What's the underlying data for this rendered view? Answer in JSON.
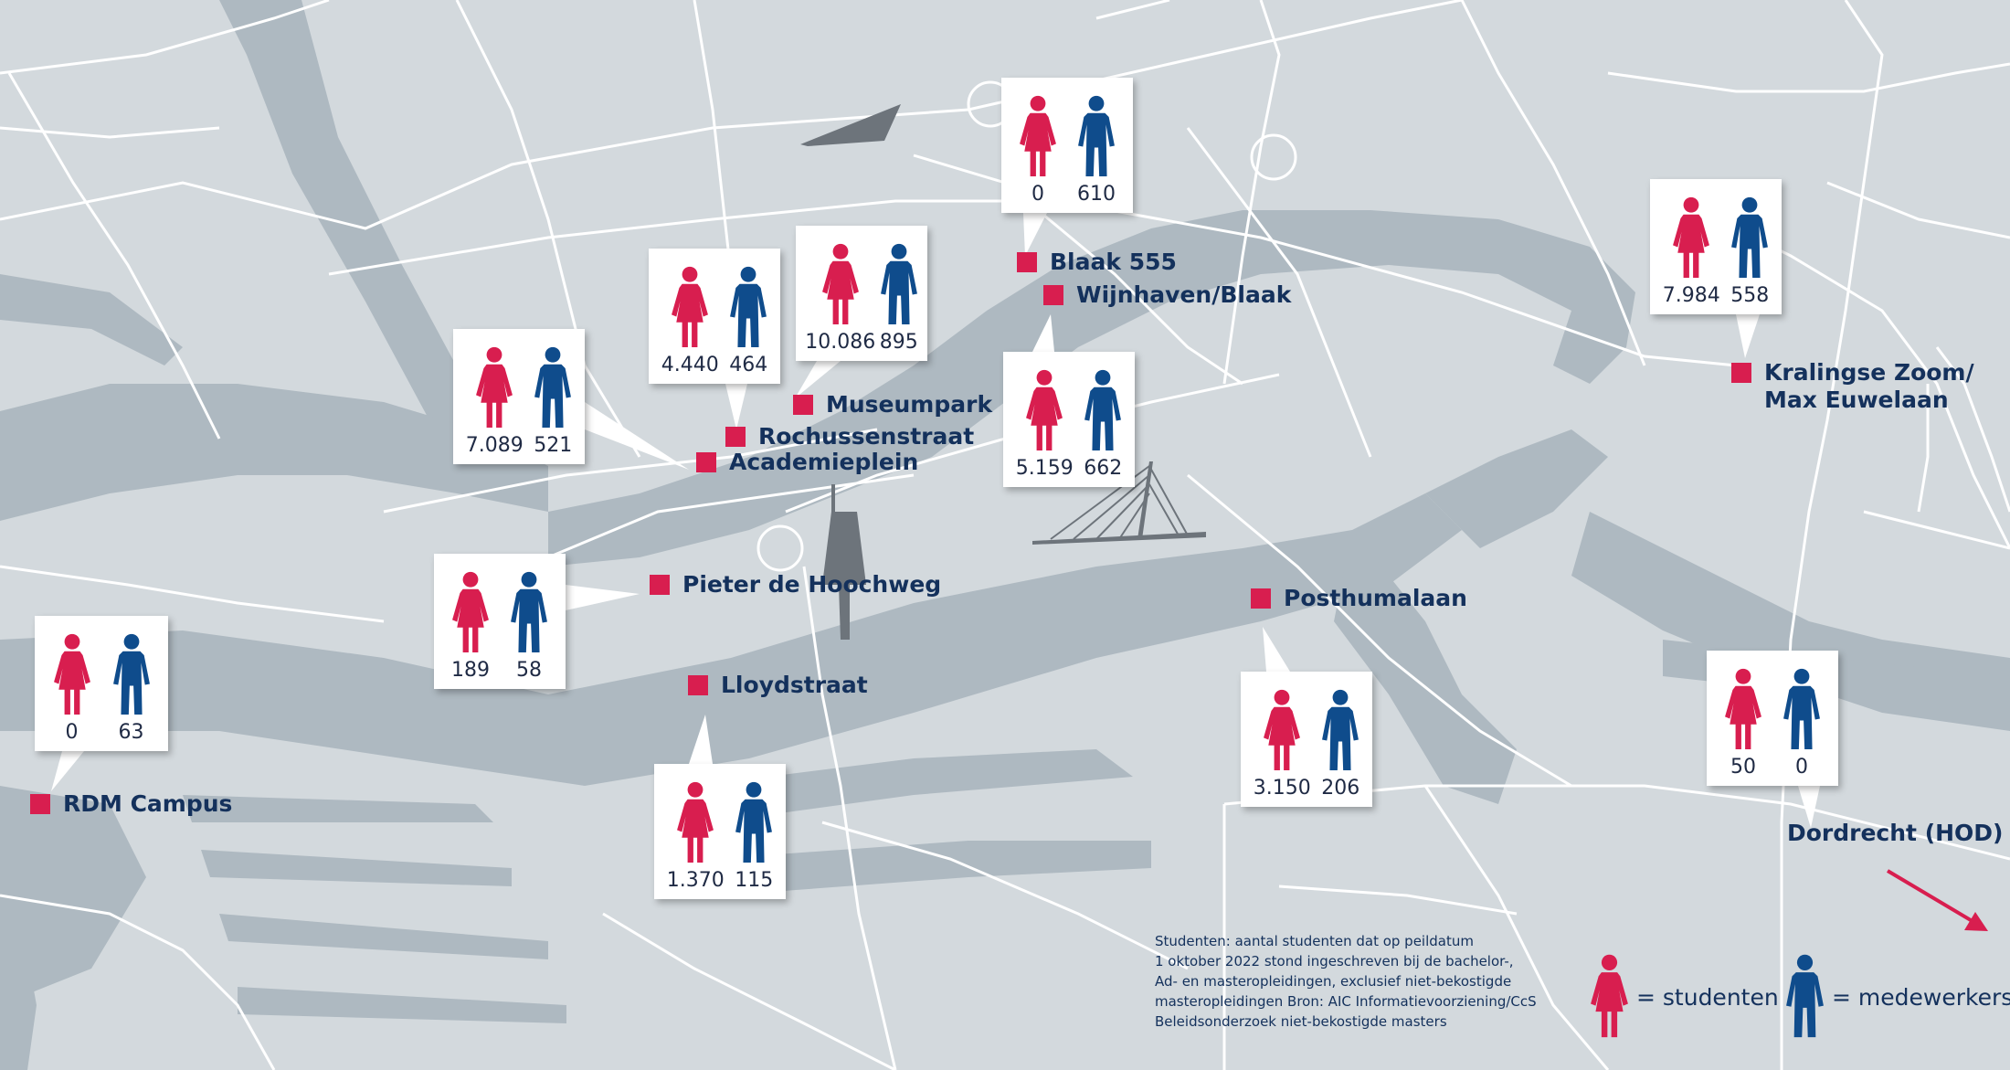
{
  "colors": {
    "students": "#d81e4f",
    "staff": "#0f4c8c",
    "label": "#14315c",
    "map_bg": "#d3d9dd",
    "water": "#aeb9c1",
    "road": "#ffffff"
  },
  "icons": {
    "student": "female-figure-icon",
    "staff": "male-figure-icon",
    "marker": "square-marker-icon",
    "arrow": "arrow-icon"
  },
  "locations": [
    {
      "id": "rdm-campus",
      "name": "RDM Campus",
      "studenten": "0",
      "medewerkers": "63"
    },
    {
      "id": "pieter-de-hoochweg",
      "name": "Pieter de Hoochweg",
      "studenten": "189",
      "medewerkers": "58"
    },
    {
      "id": "academieplein",
      "name": "Academieplein",
      "studenten": "7.089",
      "medewerkers": "521"
    },
    {
      "id": "rochussenstraat",
      "name": "Rochussenstraat",
      "studenten": "4.440",
      "medewerkers": "464"
    },
    {
      "id": "museumpark",
      "name": "Museumpark",
      "studenten": "10.086",
      "medewerkers": "895"
    },
    {
      "id": "blaak-555",
      "name": "Blaak 555",
      "studenten": "0",
      "medewerkers": "610"
    },
    {
      "id": "wijnhaven-blaak",
      "name": "Wijnhaven/Blaak",
      "studenten": "5.159",
      "medewerkers": "662"
    },
    {
      "id": "lloydstraat",
      "name": "Lloydstraat",
      "studenten": "1.370",
      "medewerkers": "115"
    },
    {
      "id": "posthumalaan",
      "name": "Posthumalaan",
      "studenten": "3.150",
      "medewerkers": "206"
    },
    {
      "id": "kralingse-zoom",
      "name": "Kralingse Zoom/\nMax Euwelaan",
      "studenten": "7.984",
      "medewerkers": "558"
    },
    {
      "id": "dordrecht",
      "name": "Dordrecht (HOD)",
      "studenten": "50",
      "medewerkers": "0"
    }
  ],
  "footnote": "Studenten: aantal studenten dat op peildatum\n1 oktober 2022 stond ingeschreven bij de bachelor-,\nAd- en masteropleidingen, exclusief niet-bekostigde\nmasteropleidingen Bron: AIC Informatievoorziening/CcS\nBeleidsonderzoek niet-bekostigde masters",
  "legend": {
    "students_label": "= studenten",
    "staff_label": "= medewerkers"
  }
}
